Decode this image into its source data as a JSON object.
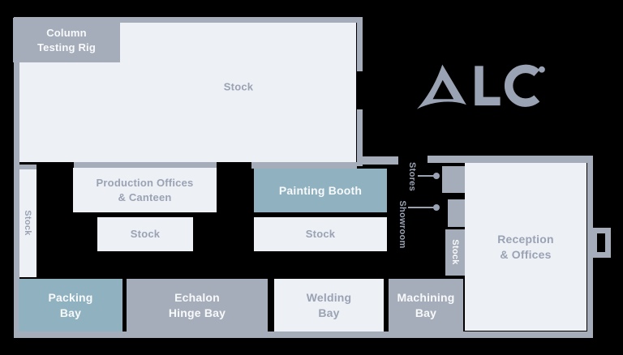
{
  "background": "#000000",
  "palette": {
    "wall_gray": "#a6adba",
    "floor_light": "#edf1f6",
    "accent_blue": "#8fb1c0",
    "text_gray": "#9aa2b3",
    "text_white": "#f7f9fb",
    "logo_gray": "#9aa3b4"
  },
  "logo": {
    "text": "ALC"
  },
  "areas": {
    "stock_main": {
      "label": "Stock"
    },
    "column_testing_rig": {
      "label": "Column\nTesting Rig"
    },
    "stock_left_corridor": {
      "label": "Stock"
    },
    "production_offices": {
      "label": "Production Offices\n& Canteen"
    },
    "stock_left": {
      "label": "Stock"
    },
    "painting_booth": {
      "label": "Painting Booth"
    },
    "stock_mid": {
      "label": "Stock"
    },
    "stock_right": {
      "label": "Stock"
    },
    "reception": {
      "label": "Reception\n& Offices"
    },
    "packing_bay": {
      "label": "Packing\nBay"
    },
    "echalon_hinge_bay": {
      "label": "Echalon\nHinge Bay"
    },
    "welding_bay": {
      "label": "Welding\nBay"
    },
    "machining_bay": {
      "label": "Machining\nBay"
    }
  },
  "annotations": {
    "stores": {
      "label": "Stores"
    },
    "showroom": {
      "label": "Showroom"
    }
  }
}
